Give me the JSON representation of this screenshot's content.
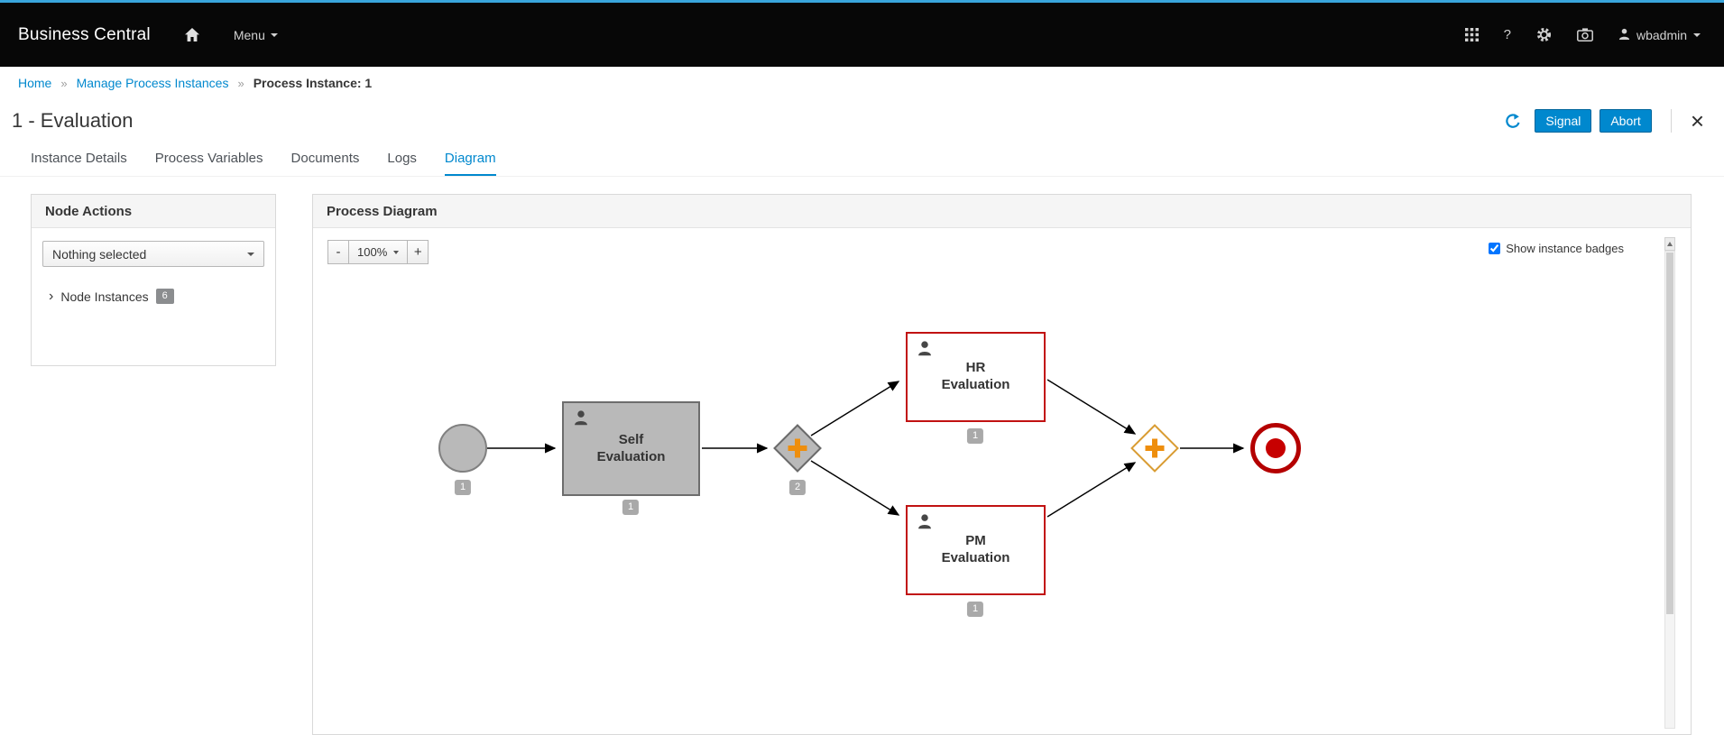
{
  "colors": {
    "primary_blue": "#0088ce",
    "masthead_accent": "#39a5dc",
    "completed_node_fill": "#b9b9b9",
    "active_node_border": "#c11212",
    "gateway_plus_orange": "#ee8e0d",
    "end_event_red": "#b40000",
    "badge_gray": "#a9a9a9"
  },
  "navbar": {
    "brand": "Business Central",
    "menu_label": "Menu",
    "help_label": "?",
    "user_label": "wbadmin"
  },
  "breadcrumb": {
    "home": "Home",
    "separator": "»",
    "manage": "Manage Process Instances",
    "current": "Process Instance: 1"
  },
  "page_header": {
    "title": "1 - Evaluation",
    "signal_label": "Signal",
    "abort_label": "Abort",
    "close_label": "×"
  },
  "tabs": {
    "items": [
      {
        "label": "Instance Details"
      },
      {
        "label": "Process Variables"
      },
      {
        "label": "Documents"
      },
      {
        "label": "Logs"
      },
      {
        "label": "Diagram"
      }
    ],
    "active": "Diagram"
  },
  "node_actions": {
    "title": "Node Actions",
    "select_value": "Nothing selected",
    "expander": "›",
    "node_instances_label": "Node Instances",
    "node_instances_count": "6"
  },
  "diagram_panel": {
    "title": "Process Diagram",
    "zoom_out": "-",
    "zoom_value": "100%",
    "zoom_in": "+",
    "show_badges_label": "Show instance badges"
  },
  "diagram": {
    "start_event": {
      "badge": "1"
    },
    "tasks": {
      "self": {
        "line1": "Self",
        "line2": "Evaluation",
        "badge": "1",
        "state": "completed"
      },
      "hr": {
        "line1": "HR",
        "line2": "Evaluation",
        "badge": "1",
        "state": "active"
      },
      "pm": {
        "line1": "PM",
        "line2": "Evaluation",
        "badge": "1",
        "state": "active"
      }
    },
    "diverging_gateway": {
      "badge": "2"
    }
  }
}
